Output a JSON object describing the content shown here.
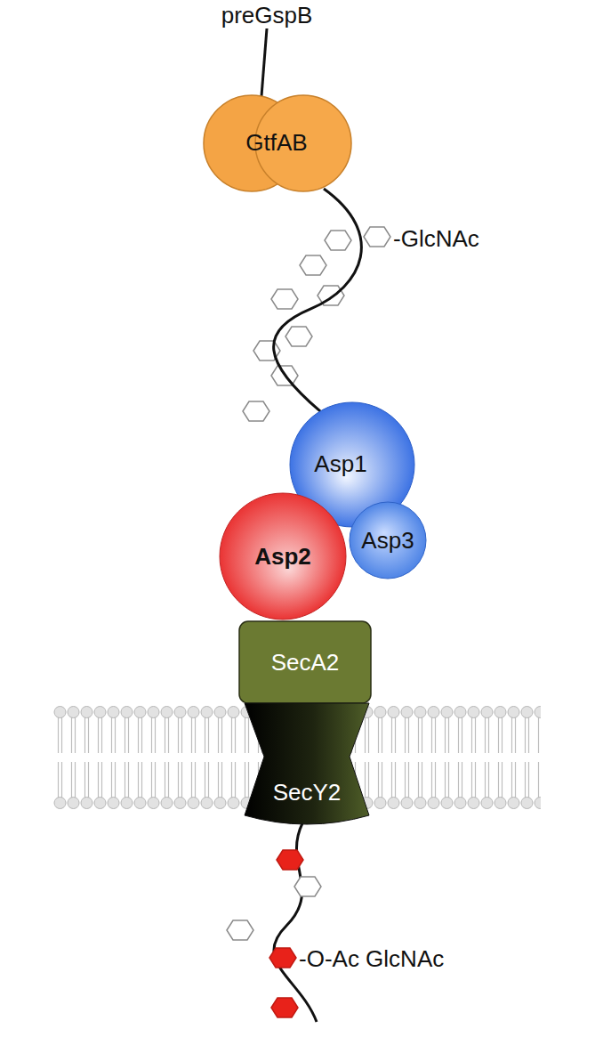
{
  "diagram": {
    "nodes": [
      {
        "text": [
          "GtfAB"
        ]
      },
      {
        "text": [
          "Asp1"
        ]
      },
      {
        "text": [
          "Asp2"
        ]
      },
      {
        "text": [
          "Asp3"
        ]
      },
      {
        "text": [
          "SecA2"
        ]
      },
      {
        "text": [
          "SecY2"
        ]
      }
    ],
    "edges": [
      {
        "from": 0,
        "to": 1,
        "arrow": "none"
      }
    ],
    "labels": [
      "preGspB",
      "-GlcNAc",
      "-O-Ac GlcNAc"
    ]
  }
}
